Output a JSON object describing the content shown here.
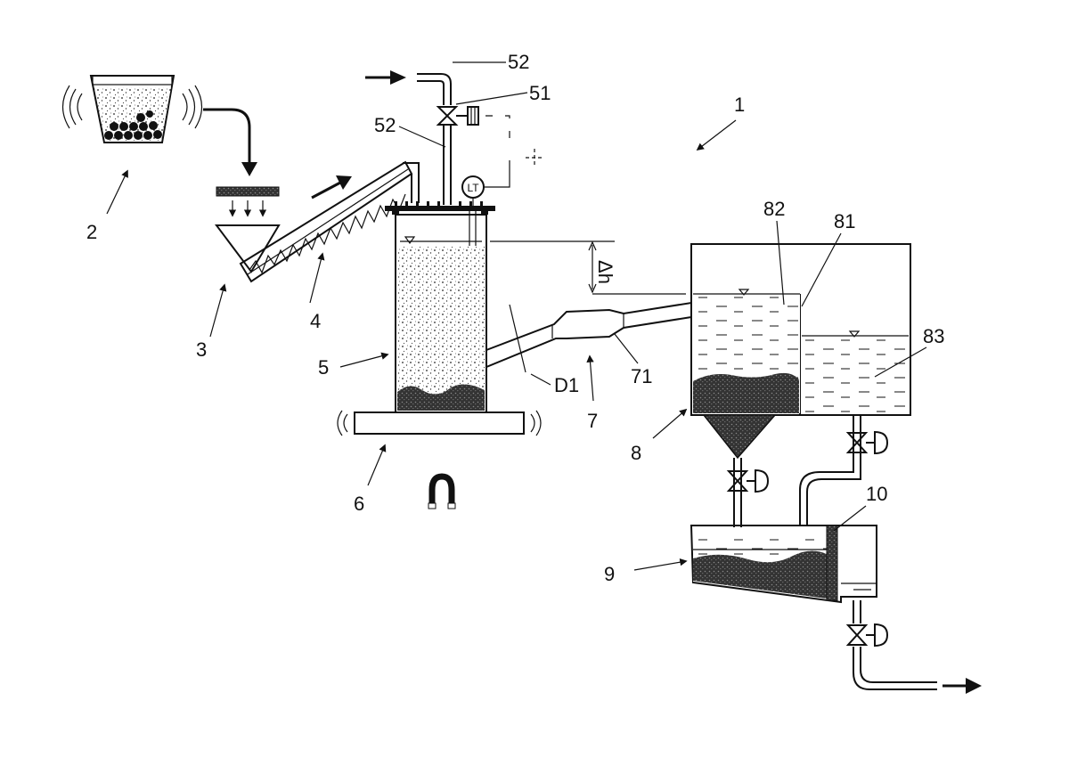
{
  "figure": {
    "labels": {
      "system": "1",
      "feed_container": "2",
      "hopper": "3",
      "screw_conveyor": "4",
      "reactor": "5",
      "vibrating_base": "6",
      "discharge_pipe": "7",
      "section_71": "71",
      "settling_tank": "8",
      "compartment_81": "81",
      "compartment_82": "82",
      "compartment_83": "83",
      "collection_tank": "9",
      "filter_10": "10",
      "valve_51": "51",
      "pipe_52_top": "52",
      "pipe_52_left": "52",
      "level_transmitter": "LT",
      "height_difference": "Δh",
      "diameter": "D1"
    },
    "icons": [
      "feed-arrow-icon",
      "conveyor-direction-arrow-icon",
      "water-inlet-arrow-icon",
      "outlet-arrow-icon",
      "magnet-icon",
      "vibration-waves-icon",
      "valve-icon",
      "level-transmitter-icon"
    ],
    "colors": {
      "ink": "#111111",
      "paper": "#ffffff"
    }
  }
}
